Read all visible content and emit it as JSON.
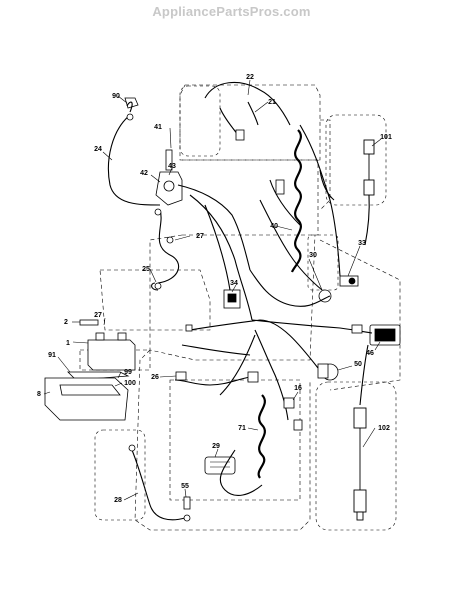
{
  "watermark": "AppliancePartsPros.com",
  "callouts": {
    "c22": "22",
    "c90": "90",
    "c21": "21",
    "c101": "101",
    "c41": "41",
    "c24": "24",
    "c43": "43",
    "c42": "42",
    "c40": "40",
    "c27a": "27",
    "c33": "33",
    "c30": "30",
    "c25": "25",
    "c34": "34",
    "c27b": "27",
    "c2": "2",
    "c1": "1",
    "c46": "46",
    "c91": "91",
    "c99": "99",
    "c100": "100",
    "c8": "8",
    "c26": "26",
    "c50": "50",
    "c16": "16",
    "c71": "71",
    "c102": "102",
    "c29": "29",
    "c55": "55",
    "c28": "28"
  }
}
